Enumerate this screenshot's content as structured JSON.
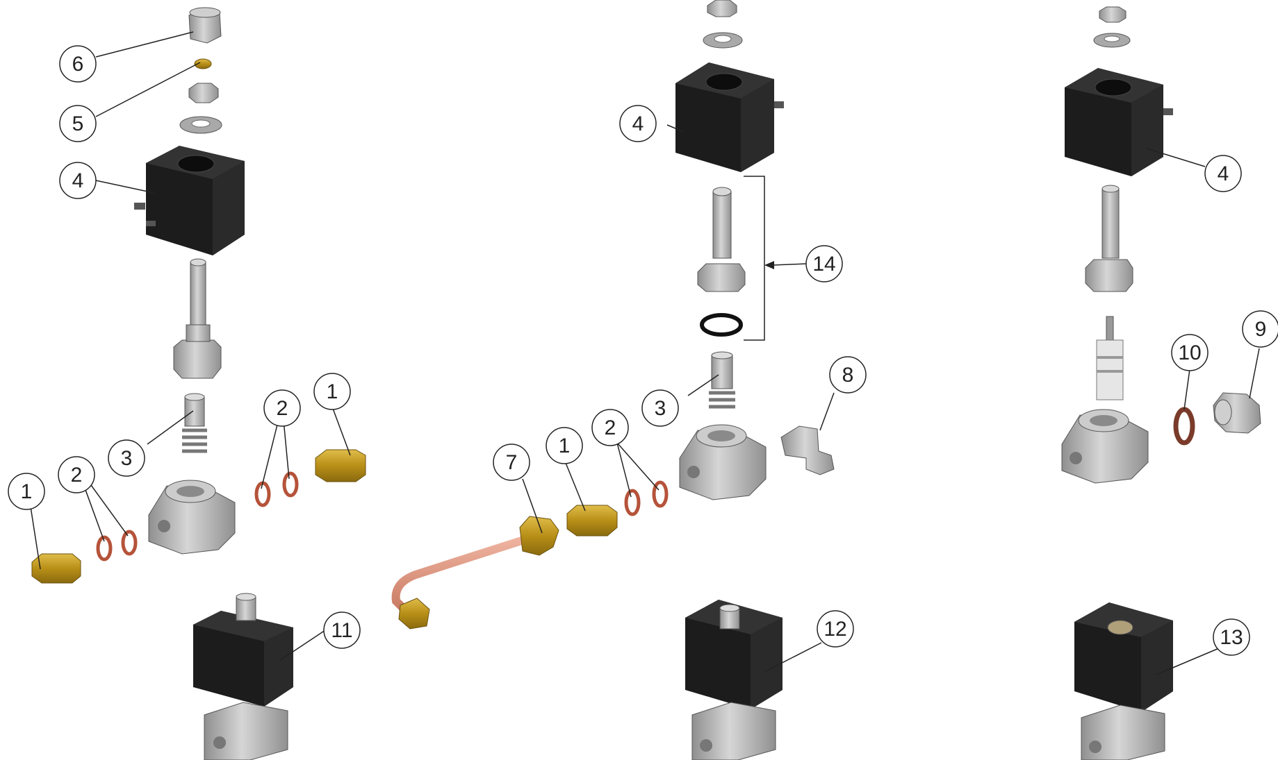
{
  "callouts": [
    {
      "id": "c6",
      "label": "6"
    },
    {
      "id": "c5",
      "label": "5"
    },
    {
      "id": "c4a",
      "label": "4"
    },
    {
      "id": "c3a",
      "label": "3"
    },
    {
      "id": "c2a",
      "label": "2"
    },
    {
      "id": "c1a",
      "label": "1"
    },
    {
      "id": "c2b",
      "label": "2"
    },
    {
      "id": "c1b",
      "label": "1"
    },
    {
      "id": "c11",
      "label": "11"
    },
    {
      "id": "c7",
      "label": "7"
    },
    {
      "id": "c1c",
      "label": "1"
    },
    {
      "id": "c2c",
      "label": "2"
    },
    {
      "id": "c4b",
      "label": "4"
    },
    {
      "id": "c14",
      "label": "14"
    },
    {
      "id": "c3b",
      "label": "3"
    },
    {
      "id": "c8",
      "label": "8"
    },
    {
      "id": "c12",
      "label": "12"
    },
    {
      "id": "c4c",
      "label": "4"
    },
    {
      "id": "c10",
      "label": "10"
    },
    {
      "id": "c9",
      "label": "9"
    },
    {
      "id": "c13",
      "label": "13"
    }
  ],
  "colors": {
    "coil": "#1c1c1c",
    "coil_side": "#2b2b2b",
    "steel": "#b9b9b9",
    "steel_dark": "#8e8e8e",
    "brass": "#c9a22a",
    "copper_ring": "#b5533a",
    "copper_tube": "#e6a08c",
    "oring": "#111111",
    "line": "#222222"
  }
}
